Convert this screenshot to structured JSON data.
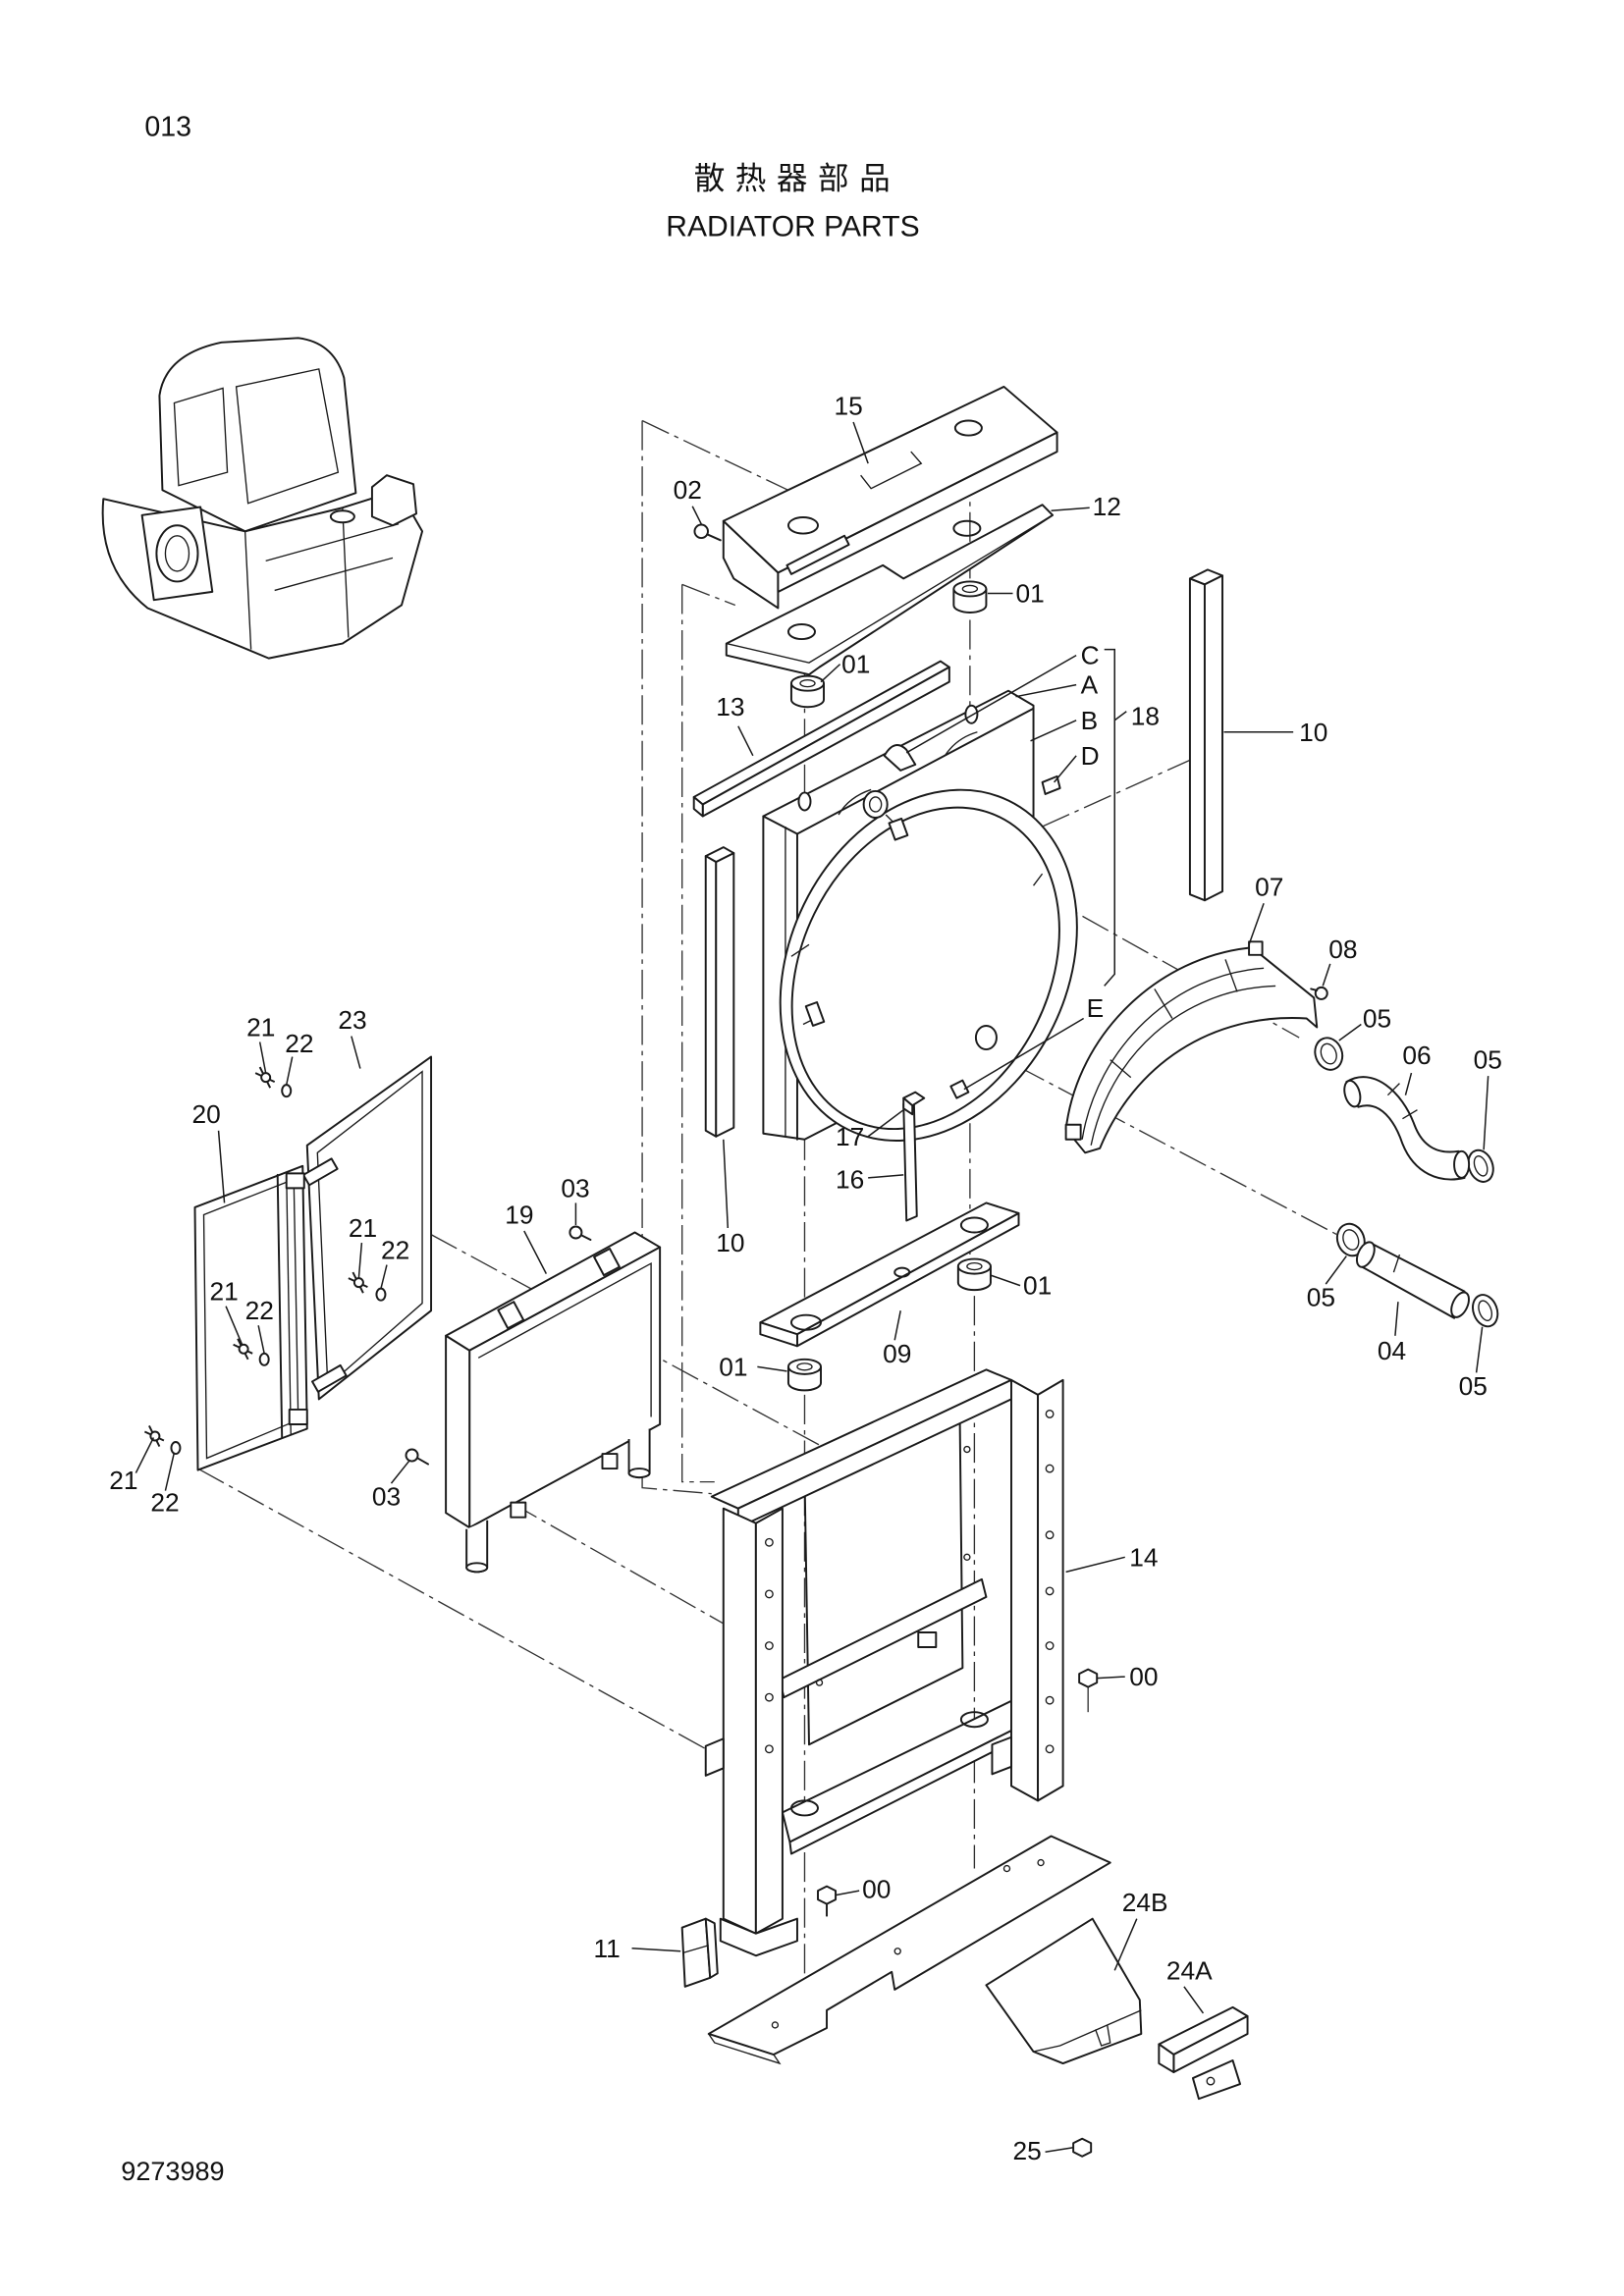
{
  "header": {
    "page_code": "013",
    "title_cn": "散热器部品",
    "title_en": "RADIATOR PARTS"
  },
  "callouts": [
    "15",
    "02",
    "12",
    "01",
    "01",
    "C",
    "A",
    "B",
    "18",
    "D",
    "13",
    "10",
    "07",
    "08",
    "05",
    "06",
    "05",
    "E",
    "17",
    "16",
    "10",
    "05",
    "04",
    "05",
    "01",
    "09",
    "01",
    "03",
    "19",
    "21",
    "22",
    "23",
    "20",
    "21",
    "22",
    "21",
    "22",
    "21",
    "22",
    "03",
    "14",
    "00",
    "00",
    "11",
    "24B",
    "24A",
    "25"
  ],
  "footer": {
    "drawing_number": "9273989"
  }
}
